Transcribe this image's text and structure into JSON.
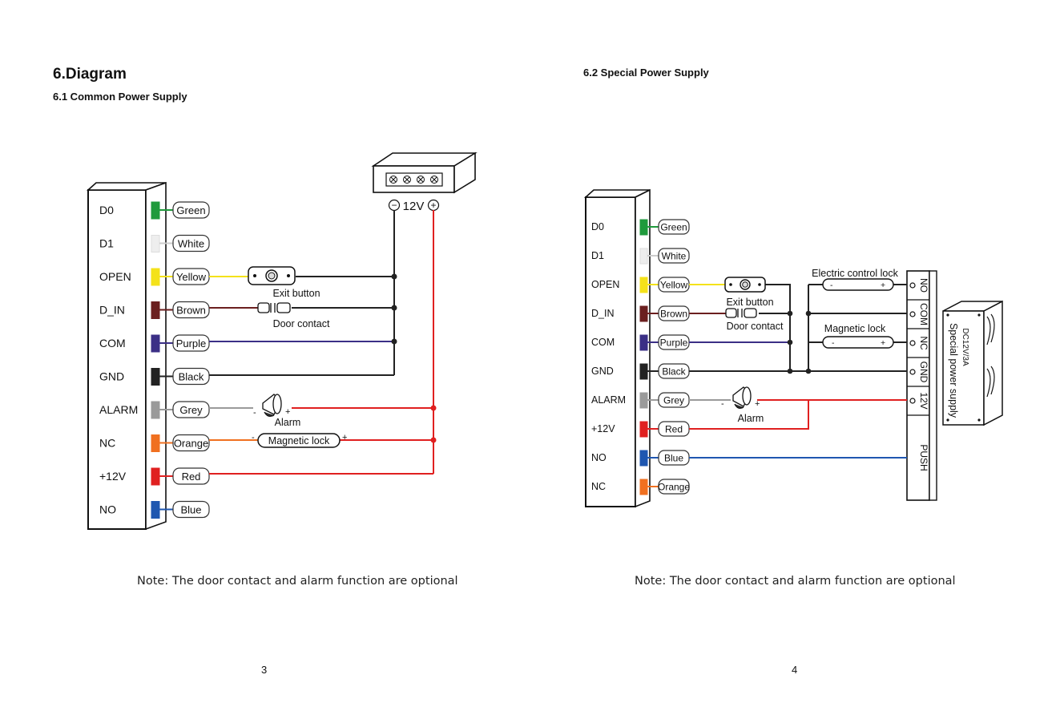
{
  "page_left": {
    "title": "6.Diagram",
    "subtitle": "6.1  Common Power Supply",
    "terminals": [
      "D0",
      "D1",
      "OPEN",
      "D_IN",
      "COM",
      "GND",
      "ALARM",
      "NC",
      "+12V",
      "NO"
    ],
    "wires": [
      {
        "label": "Green",
        "color": "#1f9a3c"
      },
      {
        "label": "White",
        "color": "#eeeeee"
      },
      {
        "label": "Yellow",
        "color": "#f4e21a"
      },
      {
        "label": "Brown",
        "color": "#6b1f1f"
      },
      {
        "label": "Purple",
        "color": "#3b2f86"
      },
      {
        "label": "Black",
        "color": "#222222"
      },
      {
        "label": "Grey",
        "color": "#9a9a9a"
      },
      {
        "label": "Orange",
        "color": "#f07020"
      },
      {
        "label": "Red",
        "color": "#e02020"
      },
      {
        "label": "Blue",
        "color": "#1f57b0"
      }
    ],
    "psu_label": "12V",
    "psu_minus": "−",
    "psu_plus": "+",
    "exit_button": "Exit button",
    "door_contact": "Door contact",
    "alarm": "Alarm",
    "magnetic_lock": "Magnetic lock",
    "minus": "-",
    "plus": "+",
    "note": "Note: The door contact and alarm function are optional",
    "page_number": "3"
  },
  "page_right": {
    "subtitle": "6.2 Special Power Supply",
    "terminals": [
      "D0",
      "D1",
      "OPEN",
      "D_IN",
      "COM",
      "GND",
      "ALARM",
      "+12V",
      "NO",
      "NC"
    ],
    "wires": [
      {
        "label": "Green",
        "color": "#1f9a3c"
      },
      {
        "label": "White",
        "color": "#eeeeee"
      },
      {
        "label": "Yellow",
        "color": "#f4e21a"
      },
      {
        "label": "Brown",
        "color": "#6b1f1f"
      },
      {
        "label": "Purple",
        "color": "#3b2f86"
      },
      {
        "label": "Black",
        "color": "#222222"
      },
      {
        "label": "Grey",
        "color": "#9a9a9a"
      },
      {
        "label": "Red",
        "color": "#e02020"
      },
      {
        "label": "Blue",
        "color": "#1f57b0"
      },
      {
        "label": "Orange",
        "color": "#f07020"
      }
    ],
    "exit_button": "Exit button",
    "door_contact": "Door contact",
    "alarm": "Alarm",
    "electric_control_lock": "Electric control lock",
    "magnetic_lock": "Magnetic lock",
    "minus": "-",
    "plus": "+",
    "psu_terminals": [
      "NO",
      "COM",
      "NC",
      "GND",
      "12V",
      "PUSH"
    ],
    "psu_rating": "DC12V/3A",
    "psu_name": "Special power supply",
    "note": "Note: The door contact and alarm function are optional",
    "page_number": "4"
  },
  "colors": {
    "red_wire": "#e02020",
    "blue_wire": "#1f57b0",
    "black_wire": "#222222"
  }
}
